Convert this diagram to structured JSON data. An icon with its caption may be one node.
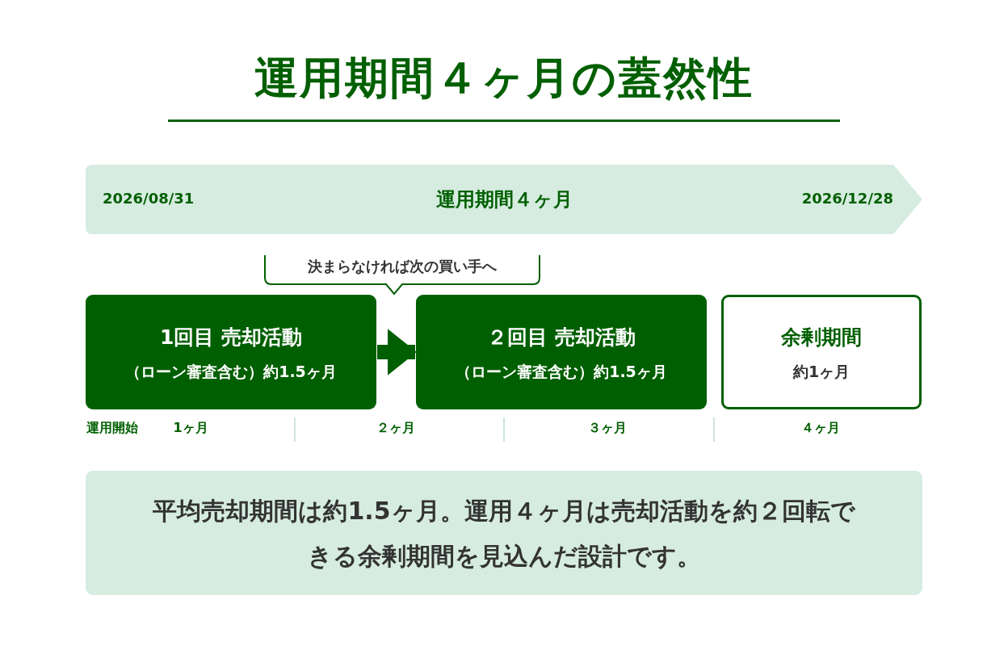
{
  "diagram": {
    "title": "運用期間４ヶ月の蓋然性",
    "nodes": [
      {
        "text": [
          "2026/08/31",
          "運用期間４ヶ月",
          "2026/12/28"
        ]
      },
      {
        "text": [
          "決まらなければ次の買い手へ"
        ]
      },
      {
        "text": [
          "1回目 売却活動",
          "（ローン審査含む）約1.5ヶ月"
        ]
      },
      {
        "text": [
          "２回目 売却活動",
          "（ローン審査含む）約1.5ヶ月"
        ]
      },
      {
        "text": [
          "余剰期間",
          "約1ヶ月"
        ]
      },
      {
        "text": [
          "平均売却期間は約1.5ヶ月。運用４ヶ月は売却活動を約２回転できる余剰期間を見込んだ設計です。"
        ]
      }
    ],
    "edges": [
      {
        "from": 2,
        "to": 3,
        "arrow": "to"
      }
    ],
    "labels": [
      "運用開始",
      "1ヶ月",
      "２ヶ月",
      "３ヶ月",
      "４ヶ月"
    ]
  }
}
